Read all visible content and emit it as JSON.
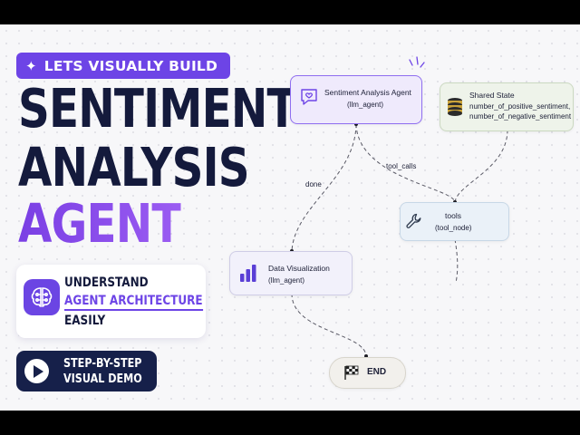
{
  "badge": {
    "label": "LETS VISUALLY BUILD",
    "icon": "sparkle-icon"
  },
  "headline": {
    "line1": "SENTIMENT",
    "line2": "ANALYSIS",
    "line3": "AGENT"
  },
  "card": {
    "line1": "UNDERSTAND",
    "line2": "AGENT ARCHITECTURE",
    "line3": "EASILY",
    "icon": "brain-circuit-icon"
  },
  "demo": {
    "line1": "STEP-BY-STEP",
    "line2": "VISUAL DEMO",
    "icon": "play-icon"
  },
  "graph": {
    "sentiment": {
      "title": "Sentiment Analysis Agent",
      "sub": "(llm_agent)"
    },
    "shared": {
      "title": "Shared State",
      "field1": "number_of_positive_sentiment,",
      "field2": "number_of_negative_sentiment"
    },
    "tools": {
      "title": "tools",
      "sub": "(tool_node)"
    },
    "dataviz": {
      "title": "Data Visualization",
      "sub": "(llm_agent)"
    },
    "end": {
      "title": "END"
    },
    "edge_done": "done",
    "edge_tool_calls": "tool_calls"
  },
  "colors": {
    "accent": "#6d44e6",
    "navy": "#141a3c",
    "agent_gradient_start": "#7a3fe4",
    "agent_gradient_end": "#9b5cf2"
  }
}
